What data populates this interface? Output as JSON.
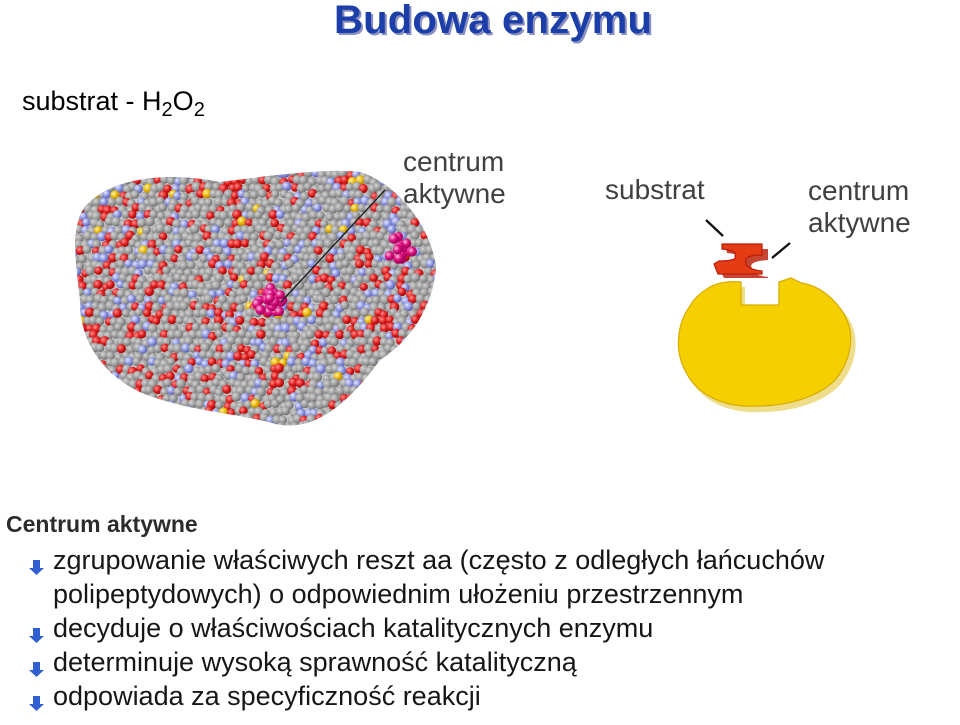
{
  "title": "Budowa enzymu",
  "substrate_formula": {
    "prefix": "substrat  - H",
    "sub1": "2",
    "middle": "O",
    "sub2": "2"
  },
  "labels": {
    "left_active_site": [
      "centrum",
      "aktywne"
    ],
    "substrate": "substrat",
    "right_active_site": [
      "centrum",
      "aktywne"
    ]
  },
  "colors": {
    "title": "#1b3ea8",
    "enzyme": "#f6cf00",
    "substrate": "#e73b16",
    "active_site_highlight": "#d4107d",
    "bullet": "#2f5fd0"
  },
  "section_heading": "Centrum aktywne",
  "bullets": [
    "zgrupowanie właściwych reszt aa (często z odległych łańcuchów polipeptydowych) o odpowiednim ułożeniu przestrzennym",
    "decyduje o właściwościach katalitycznych enzymu",
    "determinuje wysoką sprawność katalityczną",
    "odpowiada za specyficzność reakcji"
  ],
  "icons": {
    "bullet": "arrow-down-icon"
  }
}
